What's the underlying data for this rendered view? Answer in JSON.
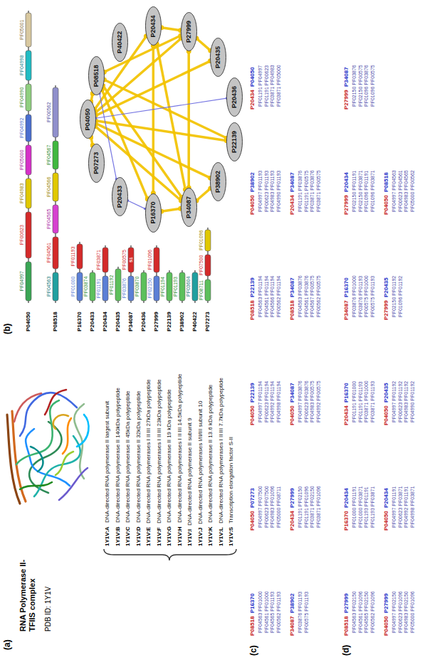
{
  "diagram": {
    "nodes": [
      {
        "text": [
          "P04050"
        ]
      },
      {
        "text": [
          "P08518"
        ]
      },
      {
        "text": [
          "P40422"
        ]
      },
      {
        "text": [
          "P20434"
        ]
      },
      {
        "text": [
          "P27999"
        ]
      },
      {
        "text": [
          "P20435"
        ]
      },
      {
        "text": [
          "P20436"
        ]
      },
      {
        "text": [
          "P22139"
        ]
      },
      {
        "text": [
          "P38902"
        ]
      },
      {
        "text": [
          "P34087"
        ]
      },
      {
        "text": [
          "P16370"
        ]
      },
      {
        "text": [
          "P20433"
        ]
      },
      {
        "text": [
          "P07273"
        ]
      }
    ],
    "edges": [
      {
        "from": 0,
        "to": 12,
        "arrow": "none"
      },
      {
        "from": 0,
        "to": 7,
        "arrow": "none"
      },
      {
        "from": 1,
        "to": 9,
        "arrow": "none"
      },
      {
        "from": 1,
        "to": 10,
        "arrow": "none"
      },
      {
        "from": 1,
        "to": 7,
        "arrow": "none"
      },
      {
        "from": 0,
        "to": 8,
        "arrow": "none"
      },
      {
        "from": 3,
        "to": 0,
        "arrow": "none"
      },
      {
        "from": 9,
        "to": 8,
        "arrow": "none"
      },
      {
        "from": 3,
        "to": 4,
        "arrow": "none"
      },
      {
        "from": 0,
        "to": 9,
        "arrow": "none"
      },
      {
        "from": 3,
        "to": 9,
        "arrow": "none"
      },
      {
        "from": 1,
        "to": 4,
        "arrow": "none"
      },
      {
        "from": 10,
        "to": 3,
        "arrow": "none"
      },
      {
        "from": 9,
        "to": 10,
        "arrow": "none"
      },
      {
        "from": 4,
        "to": 9,
        "arrow": "none"
      },
      {
        "from": 0,
        "to": 4,
        "arrow": "none"
      },
      {
        "from": 0,
        "to": 5,
        "arrow": "none"
      },
      {
        "from": 4,
        "to": 5,
        "arrow": "none"
      },
      {
        "from": 0,
        "to": 1,
        "arrow": "none"
      },
      {
        "from": 0,
        "to": 6,
        "arrow": "none"
      },
      {
        "from": 1,
        "to": 11,
        "arrow": "none"
      },
      {
        "from": 10,
        "to": 11,
        "arrow": "none"
      }
    ],
    "labels": [
      "(a)",
      "RNA Polymerase II-TFIIS complex",
      "PDB ID: 1Y1V",
      "1Y1V:A",
      "DNA-directed RNA polymerase II largest subunit",
      "1Y1V:B",
      "DNA-directed RNA polymerase II 140kDa polypeptide",
      "1Y1V:C",
      "DNA-directed RNA polymerase II 45kDa polypeptide",
      "1Y1V:D",
      "DNA-directed RNA polymerase II 32kDa polypeptide",
      "1Y1V:E",
      "DNA-directed RNA polymerases I II III 27kDa polypeptide",
      "1Y1V:F",
      "DNA-directed RNA polymerases I II III 23kDa polypeptide",
      "1Y1V:G",
      "DNA-directed RNA polymerase II 19 kDa polypeptide",
      "1Y1V:H",
      "DNA-directed RNA polymerases I II III 14.5kDa polypeptide",
      "1Y1V:I",
      "DNA-directed RNA polymerase II subunit 9",
      "1Y1V:J",
      "DNA-directed RNA polymerases I/II/III subunit 10",
      "1Y1V:K",
      "DNA-directed RNA polymerase II 13.6 kDa polypeptide",
      "1Y1V:L",
      "DNA-directed RNA polymerases I II III 7.7kDa polypeptide",
      "1Y1V:S",
      "Transcription elongation factor S-II",
      "(b)",
      "P04050",
      "PF04997",
      "PF00623",
      "PF04983",
      "PF05000",
      "PF04992",
      "PF04990",
      "PF04998",
      "PF05001",
      "P08518",
      "PF04563",
      "PF04561",
      "PF04565",
      "PF04566",
      "PF04567",
      "PF00562",
      "P16370",
      "PF01000",
      "PF01193",
      "P20433",
      "PF03874",
      "P20434",
      "PF01191",
      "PF03871",
      "P20435",
      "PF01192",
      "P34087",
      "PF03876",
      "PF00575",
      "S1",
      "P20436",
      "PF03870",
      "P27999",
      "PF02150",
      "PF01096",
      "P22139",
      "PF01194",
      "P38902",
      "PF01193",
      "P40422",
      "PF03604",
      "P07273",
      "PF08711",
      "PF07500",
      "PF01096",
      "(c)",
      "P08518",
      "P16370",
      "PF04563 PF01000",
      "PF04561 PF01000",
      "PF04565 PF01193",
      "PF00562 PF01193",
      "P04050",
      "P07273",
      "PF04997 PF07500",
      "PF00623 PF07500",
      "PF04983 PF01096",
      "PF05000 PF08711",
      "P04050",
      "P22139",
      "PF04997 PF01194",
      "PF00623 PF01194",
      "PF04992 PF01194",
      "PF04998 PF01194",
      "P08518",
      "P22139",
      "PF04563 PF01194",
      "PF04561 PF01194",
      "PF04566 PF01194",
      "PF00562 PF01194",
      "P04050",
      "P38902",
      "PF04997 PF01193",
      "PF00623 PF01193",
      "PF04983 PF01193",
      "PF04990 PF01193",
      "P20434",
      "P04050",
      "PF01191 PF04997",
      "PF01191 PF00623",
      "PF03871 PF04983",
      "PF03871 PF05000",
      "P34087",
      "P38902",
      "PF03876 PF01193",
      "PF00575 PF01193",
      "P20434",
      "P27999",
      "PF01191 PF02150",
      "PF01191 PF01096",
      "PF03871 PF02150",
      "PF03871 PF01096",
      "P04050",
      "P34087",
      "PF04997 PF03876",
      "PF00623 PF03876",
      "PF04983 PF00575",
      "PF04992 PF00575",
      "P08518",
      "P34087",
      "PF04563 PF03876",
      "PF04561 PF03876",
      "PF04567 PF00575",
      "PF00562 PF00575",
      "P20434",
      "P34087",
      "PF01191 PF03876",
      "PF01191 PF00575",
      "PF03871 PF03876",
      "PF03871 PF00575",
      "(d)",
      "P08518",
      "P27999",
      "PF04563 PF02150",
      "PF04561 PF01096",
      "PF04565 PF02150",
      "PF00562 PF01096",
      "P16370",
      "P20434",
      "PF01000 PF01191",
      "PF01000 PF03871",
      "PF01193 PF01191",
      "PF01193 PF03871",
      "P20434",
      "P16370",
      "PF01191 PF01000",
      "PF01191 PF01193",
      "PF03871 PF01000",
      "PF03871 PF01193",
      "P34087",
      "P16370",
      "PF03876 PF01000",
      "PF03876 PF01193",
      "PF00575 PF01000",
      "PF00575 PF01193",
      "P27999",
      "P20434",
      "PF02150 PF01191",
      "PF02150 PF03871",
      "PF01096 PF01191",
      "PF01096 PF03871",
      "P27999",
      "P34087",
      "PF02150 PF03876",
      "PF02150 PF00575",
      "PF01096 PF03876",
      "PF01096 PF00575",
      "P04050",
      "P27999",
      "PF04997 PF02150",
      "PF00623 PF01096",
      "PF04983 PF02150",
      "PF05000 PF01096",
      "P04050",
      "P20434",
      "PF04997 PF01191",
      "PF00623 PF03871",
      "PF04992 PF01191",
      "PF04998 PF03871",
      "P04050",
      "P20435",
      "PF04997 PF01192",
      "PF00623 PF01192",
      "PF04983 PF01192",
      "PF04990 PF01192",
      "P27999",
      "P20435",
      "PF02150 PF01192",
      "PF01096 PF01192",
      "P04050",
      "P08518",
      "PF04997 PF04563",
      "PF00623 PF04561",
      "PF04983 PF04565",
      "PF05000 PF00562"
    ]
  }
}
